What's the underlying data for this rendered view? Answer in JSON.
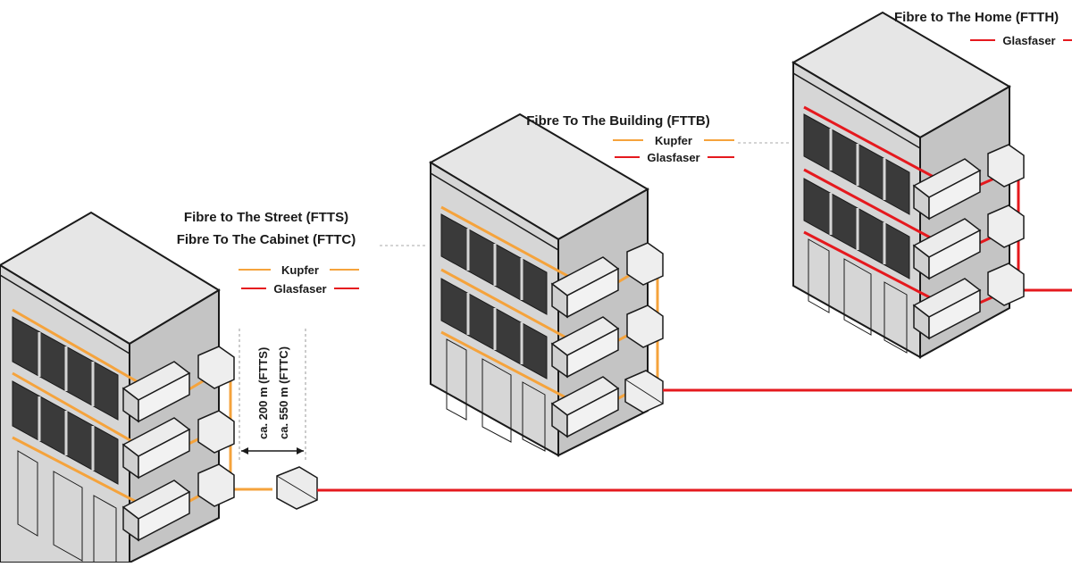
{
  "diagram": {
    "fttc": {
      "title_line1": "Fibre to The Street (FTTS)",
      "title_line2": "Fibre To The Cabinet (FTTC)",
      "legend_copper": "Kupfer",
      "legend_fiber": "Glasfaser",
      "distance_ftts": "ca. 200 m (FTTS)",
      "distance_fttc": "ca. 550 m (FTTC)"
    },
    "fttb": {
      "title": "Fibre To The Building (FTTB)",
      "legend_copper": "Kupfer",
      "legend_fiber": "Glasfaser"
    },
    "ftth": {
      "title": "Fibre to The Home (FTTH)",
      "legend_fiber": "Glasfaser"
    }
  },
  "colors": {
    "copper": "#f5a33c",
    "fiber": "#e5191e",
    "building_front": "#d6d6d6",
    "building_side": "#c4c4c4",
    "building_roof": "#e6e6e6",
    "outline": "#1a1a1a"
  }
}
